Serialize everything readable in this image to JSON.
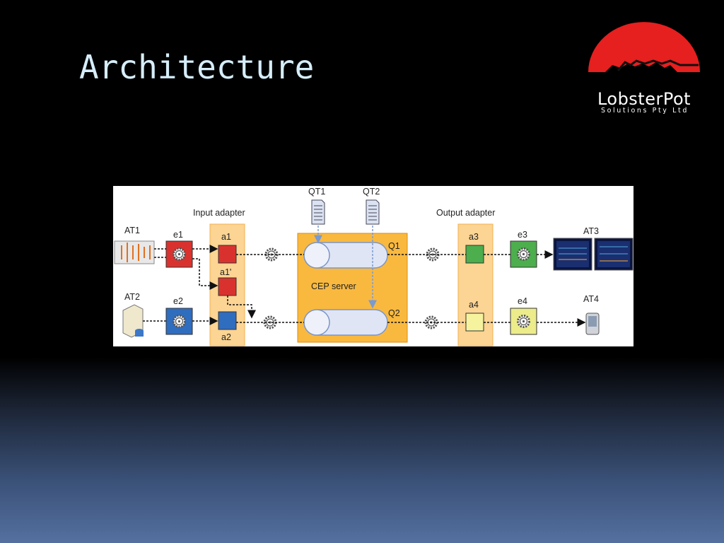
{
  "slide": {
    "title": "Architecture"
  },
  "logo": {
    "name": "LobsterPot",
    "subtitle": "Solutions Pty Ltd"
  },
  "diagram": {
    "input_adapter": "Input adapter",
    "output_adapter": "Output adapter",
    "server": "CEP server",
    "queries": [
      "QT1",
      "QT2"
    ],
    "query_instances": [
      "Q1",
      "Q2"
    ],
    "event_sources": [
      "AT1",
      "AT2"
    ],
    "event_sinks": [
      "AT3",
      "AT4"
    ],
    "input_events": [
      "e1",
      "e2"
    ],
    "output_events": [
      "e3",
      "e4"
    ],
    "input_adapters": [
      "a1",
      "a1'",
      "a2"
    ],
    "output_adapters": [
      "a3",
      "a4"
    ],
    "colors": {
      "e1": "#d9322e",
      "e2": "#2f6dbf",
      "e3": "#4cae4c",
      "e4": "#ecec8a",
      "adapter_band": "#fcd493",
      "server": "#f9b93f",
      "queue": "#dfe5f5",
      "queue_stroke": "#7d95c6"
    }
  }
}
